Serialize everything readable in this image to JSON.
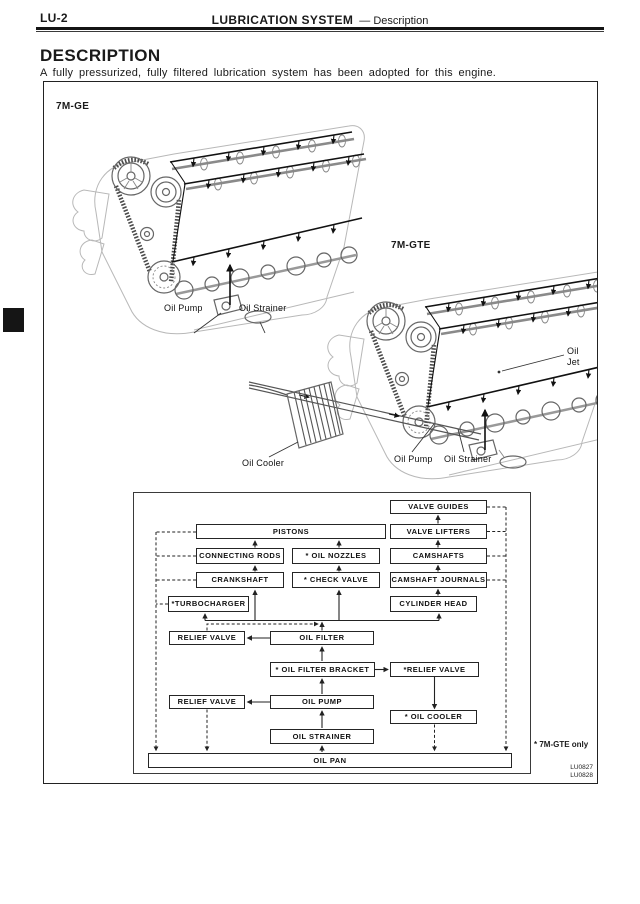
{
  "page": {
    "code": "LU-2",
    "section_title": "LUBRICATION SYSTEM",
    "section_subtitle": "— Description",
    "heading": "DESCRIPTION",
    "intro": "A fully pressurized, fully filtered lubrication system has been adopted for this engine."
  },
  "figure": {
    "engine_7mge": {
      "title": "7M-GE",
      "oil_pump": "Oil Pump",
      "oil_strainer": "Oil Strainer"
    },
    "engine_7mgte": {
      "title": "7M-GTE",
      "oil_jet": "Oil Jet",
      "oil_cooler": "Oil Cooler",
      "oil_pump": "Oil Pump",
      "oil_strainer": "Oil Strainer"
    },
    "note": "* 7M-GTE only",
    "codes": [
      "LU0827",
      "LU0828"
    ]
  },
  "diagram": {
    "boxes": {
      "valve_guides": "VALVE GUIDES",
      "pistons": "PISTONS",
      "valve_lifters": "VALVE LIFTERS",
      "connecting_rods": "CONNECTING RODS",
      "oil_nozzles": "* OIL NOZZLES",
      "camshafts": "CAMSHAFTS",
      "crankshaft": "CRANKSHAFT",
      "check_valve": "* CHECK VALVE",
      "camshaft_journals": "CAMSHAFT JOURNALS",
      "turbocharger": "*TURBOCHARGER",
      "cylinder_head": "CYLINDER HEAD",
      "relief_valve_filter": "RELIEF VALVE",
      "oil_filter": "OIL FILTER",
      "oil_filter_bracket": "* OIL FILTER BRACKET",
      "relief_valve_gte": "*RELIEF VALVE",
      "relief_valve_pump": "RELIEF VALVE",
      "oil_pump": "OIL PUMP",
      "oil_cooler": "* OIL COOLER",
      "oil_strainer": "OIL STRAINER",
      "oil_pan": "OIL PAN"
    }
  },
  "colors": {
    "ink": "#1a1a1a",
    "paper": "#ffffff"
  }
}
